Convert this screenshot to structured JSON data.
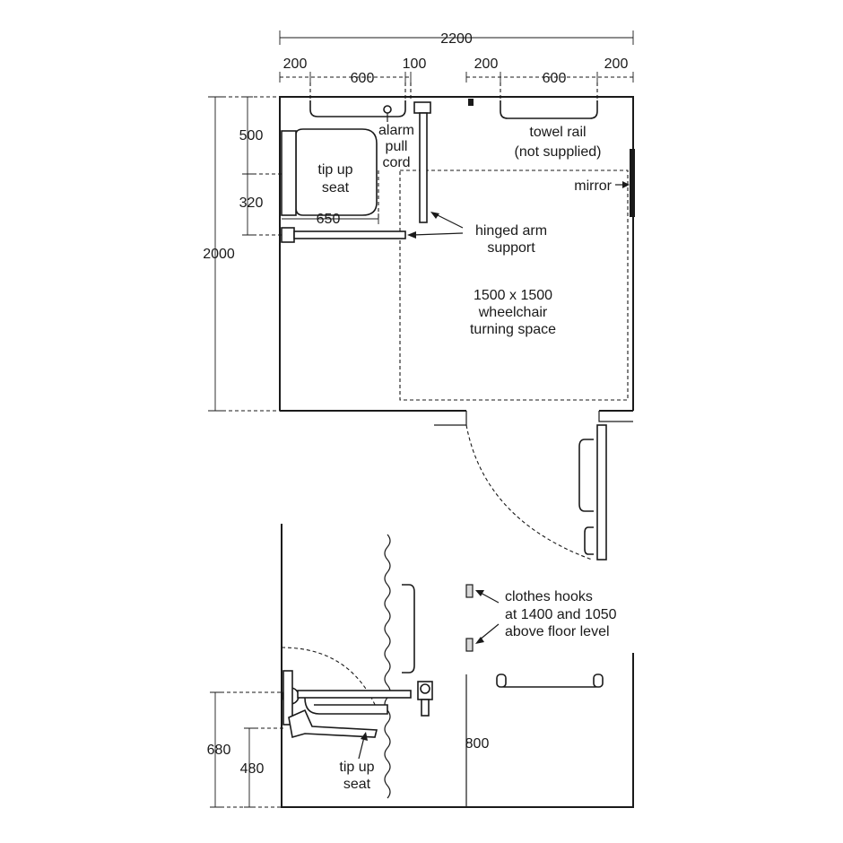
{
  "dimensions": {
    "overall_width": "2200",
    "top_left_200": "200",
    "top_left_600": "600",
    "top_100": "100",
    "top_right_200a": "200",
    "top_right_600": "600",
    "top_right_200b": "200",
    "overall_depth": "2000",
    "left_500": "500",
    "left_320": "320",
    "seat_650": "650",
    "elev_680": "680",
    "elev_480": "480",
    "elev_800": "800"
  },
  "labels": {
    "alarm_1": "alarm",
    "alarm_2": "pull",
    "alarm_3": "cord",
    "seat_1": "tip up",
    "seat_2": "seat",
    "towel_1": "towel rail",
    "towel_2": "(not supplied)",
    "mirror": "mirror",
    "hinged_1": "hinged arm",
    "hinged_2": "support",
    "turning_1": "1500 x 1500",
    "turning_2": "wheelchair",
    "turning_3": "turning space",
    "hooks_1": "clothes hooks",
    "hooks_2": "at 1400 and 1050",
    "hooks_3": "above floor level",
    "elev_seat_1": "tip up",
    "elev_seat_2": "seat"
  }
}
